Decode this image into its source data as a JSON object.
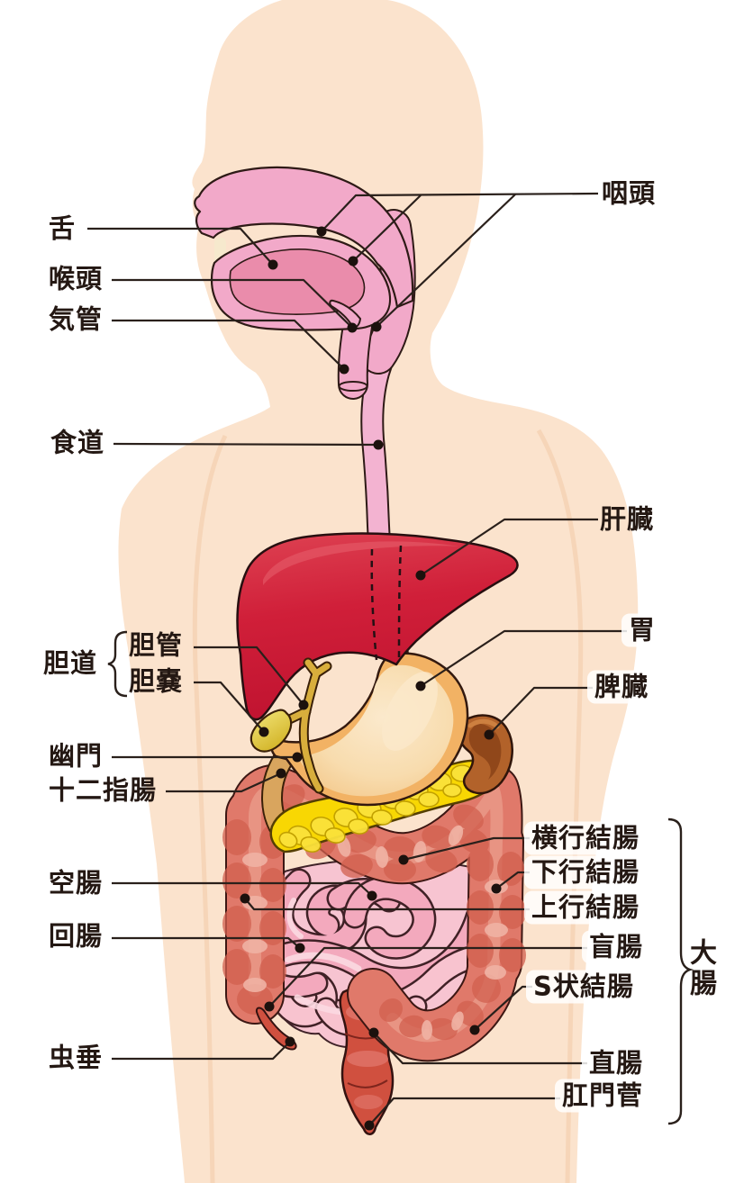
{
  "figure": {
    "kind": "digestive-system-anatomy-diagram",
    "language": "ja"
  },
  "labels": {
    "tongue": "舌",
    "larynx": "喉頭",
    "trachea": "気管",
    "esophagus": "食道",
    "pharynx": "咽頭",
    "liver": "肝臓",
    "biliary_tract": "胆道",
    "bile_duct": "胆管",
    "gallbladder": "胆嚢",
    "stomach": "胃",
    "spleen": "脾臓",
    "pylorus": "幽門",
    "duodenum": "十二指腸",
    "jejunum": "空腸",
    "ileum": "回腸",
    "appendix": "虫垂",
    "transverse_colon": "横行結腸",
    "descending_colon": "下行結腸",
    "ascending_colon": "上行結腸",
    "cecum": "盲腸",
    "sigmoid_colon": "S状結腸",
    "rectum": "直腸",
    "anal_canal": "肛門菅",
    "large_intestine": "大腸"
  },
  "groups": {
    "biliary_tract_members": [
      "胆管",
      "胆嚢"
    ],
    "large_intestine_members": [
      "横行結腸",
      "下行結腸",
      "上行結腸",
      "盲腸",
      "S状結腸",
      "直腸",
      "肛門菅"
    ]
  },
  "colors": {
    "background": "#ffffff",
    "body_skin": "#fbe3cd",
    "throat_pink": "#f2a9c9",
    "tongue_pink": "#ea8cab",
    "esophagus_pink": "#f3b3d1",
    "liver_red": "#cf1c36",
    "stomach_orange": "#f2b264",
    "stomach_cream": "#f8dcae",
    "duodenum_tan": "#d9a55e",
    "bile_yellow": "#d8ae3c",
    "gallbladder_yellow": "#e8cd3a",
    "pancreas_yellow": "#f8d703",
    "spleen_brown": "#b2622a",
    "colon_salmon": "#e0796a",
    "rectum_red": "#d0503f",
    "small_intestine_pink": "#f3a9bd",
    "line_ink": "#2a201b",
    "text_ink": "#241813"
  }
}
